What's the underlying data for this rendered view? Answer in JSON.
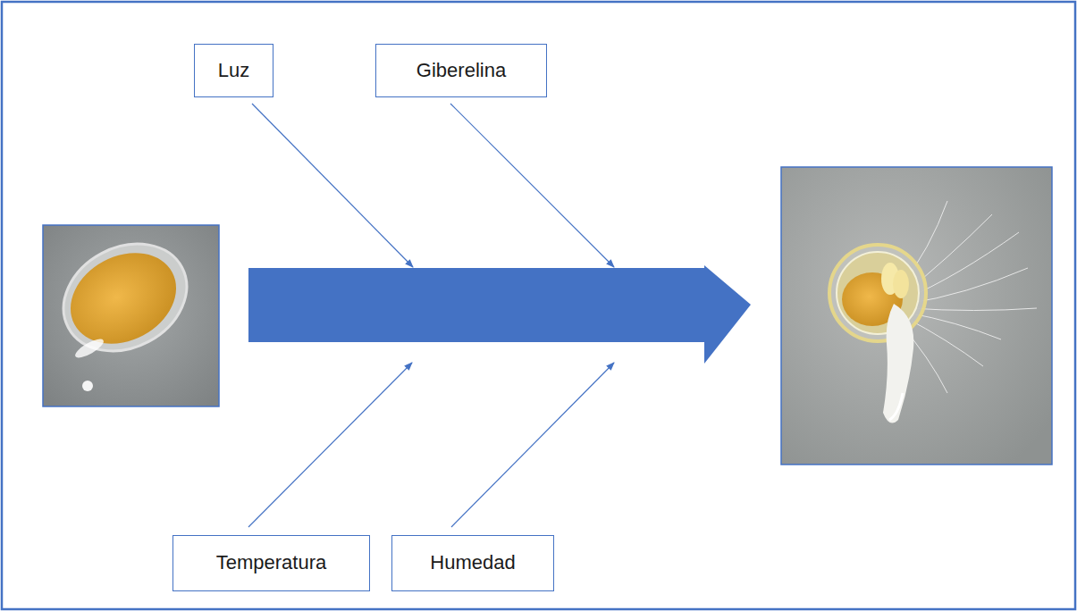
{
  "diagram": {
    "nodes": [
      {
        "text": [
          "Luz"
        ]
      },
      {
        "text": [
          "Giberelina"
        ]
      },
      {
        "text": [
          "Temperatura"
        ]
      },
      {
        "text": [
          "Humedad"
        ]
      }
    ]
  }
}
